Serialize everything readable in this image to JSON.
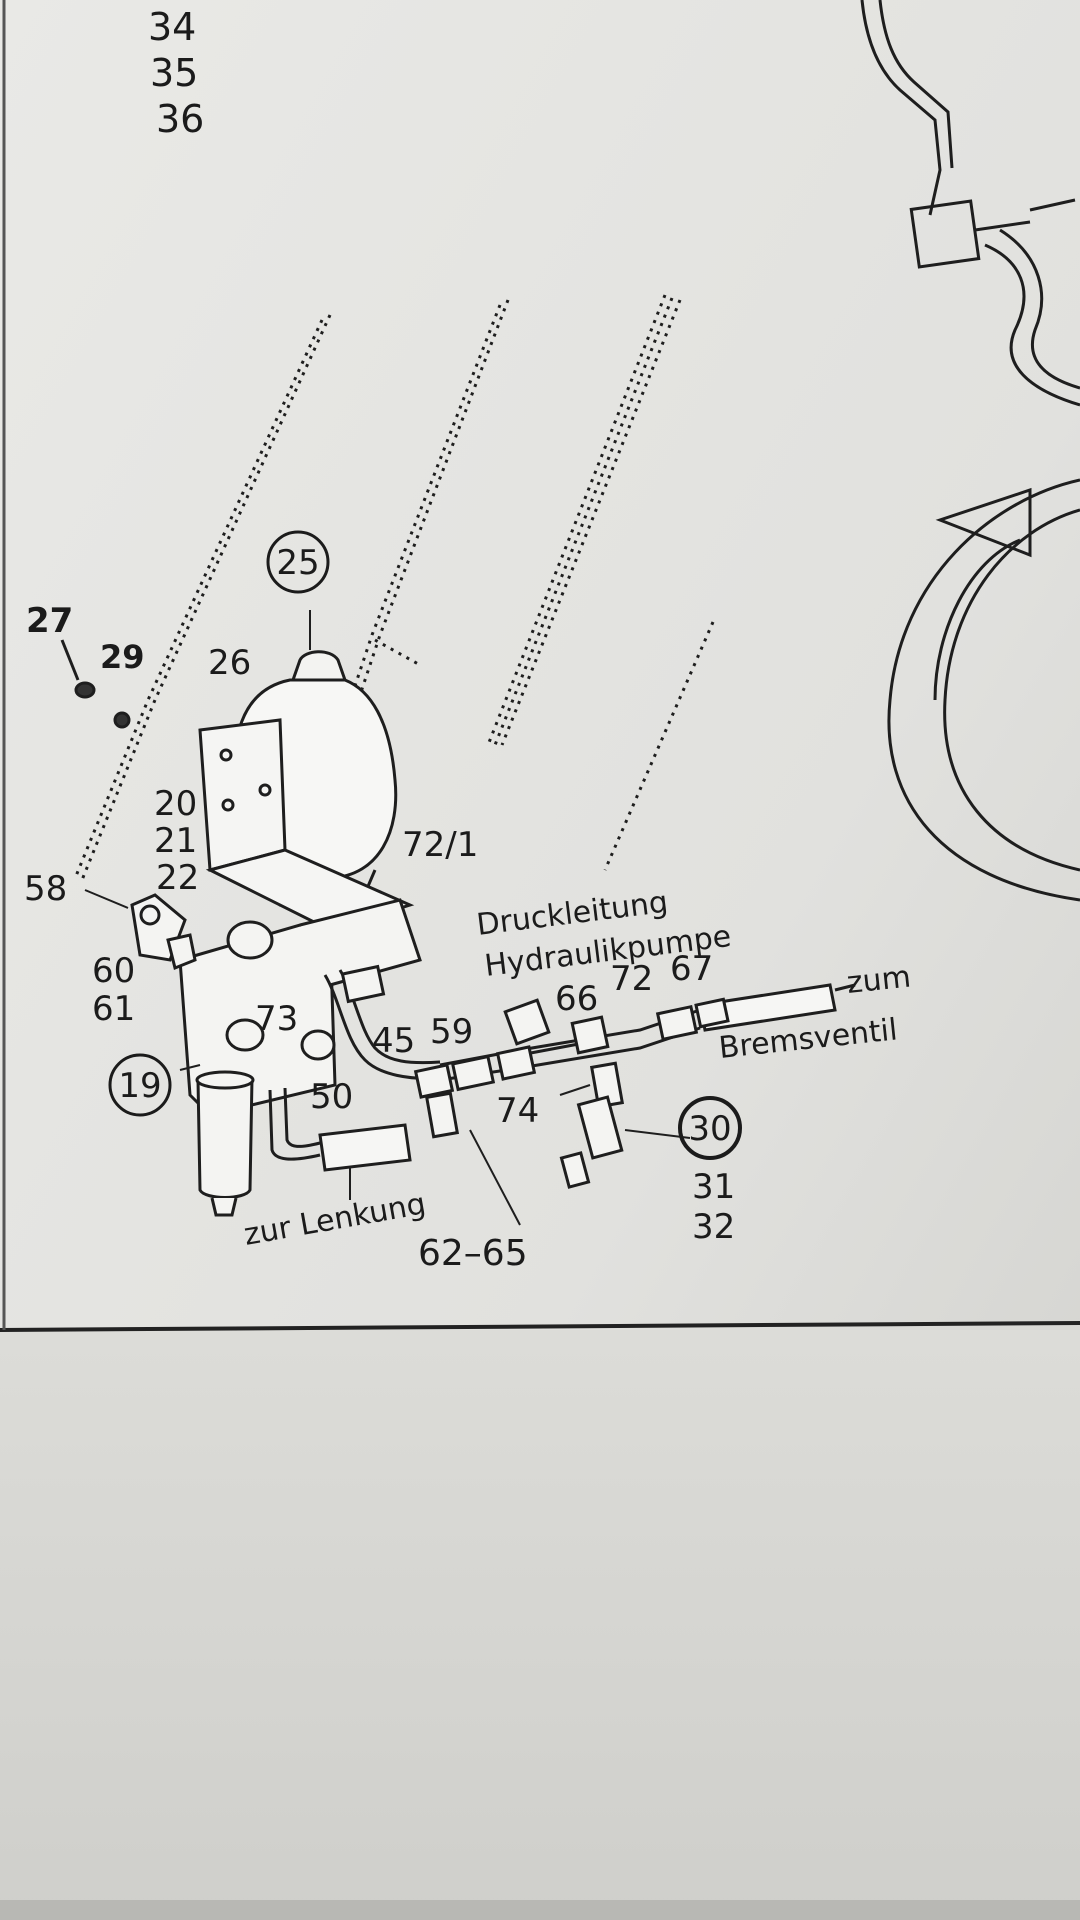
{
  "diagram": {
    "top_numbers": [
      "34",
      "35",
      "36"
    ],
    "circled": {
      "c25": "25",
      "c19": "19",
      "c30": "30"
    },
    "labels": {
      "n27": "27",
      "n29": "29",
      "n26": "26",
      "n20": "20",
      "n21": "21",
      "n22": "22",
      "n58": "58",
      "n60": "60",
      "n61": "61",
      "n72_1": "72/1",
      "n73": "73",
      "n45": "45",
      "n59": "59",
      "n66": "66",
      "n72": "72",
      "n67": "67",
      "n50": "50",
      "n74": "74",
      "n31": "31",
      "n32": "32",
      "n62_65": "62–65"
    },
    "annotations": {
      "druckleitung": "Druckleitung",
      "hydraulikpumpe": "Hydraulikpumpe",
      "zum": "zum",
      "bremsventil": "Bremsventil",
      "zur_lenkung": "zur Lenkung"
    }
  }
}
